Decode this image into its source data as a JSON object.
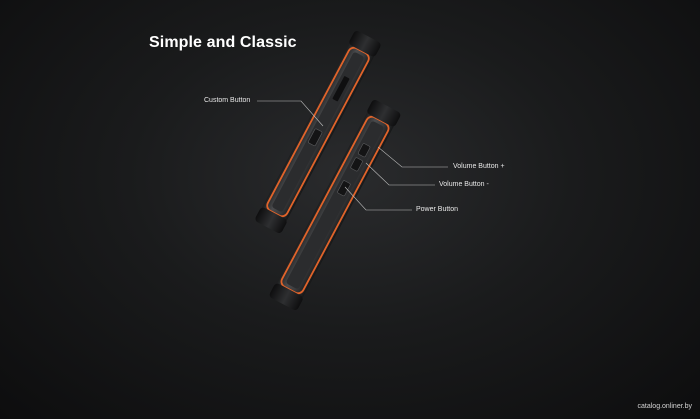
{
  "title": "Simple and Classic",
  "callouts": {
    "custom_button": "Custom Button",
    "volume_up": "Volume Button +",
    "volume_down": "Volume Button -",
    "power_button": "Power Button"
  },
  "watermark": "catalog.onliner.by",
  "colors": {
    "accent_orange": "#e0632a",
    "phone_body": "#3a3b3d",
    "background": "#141415"
  }
}
